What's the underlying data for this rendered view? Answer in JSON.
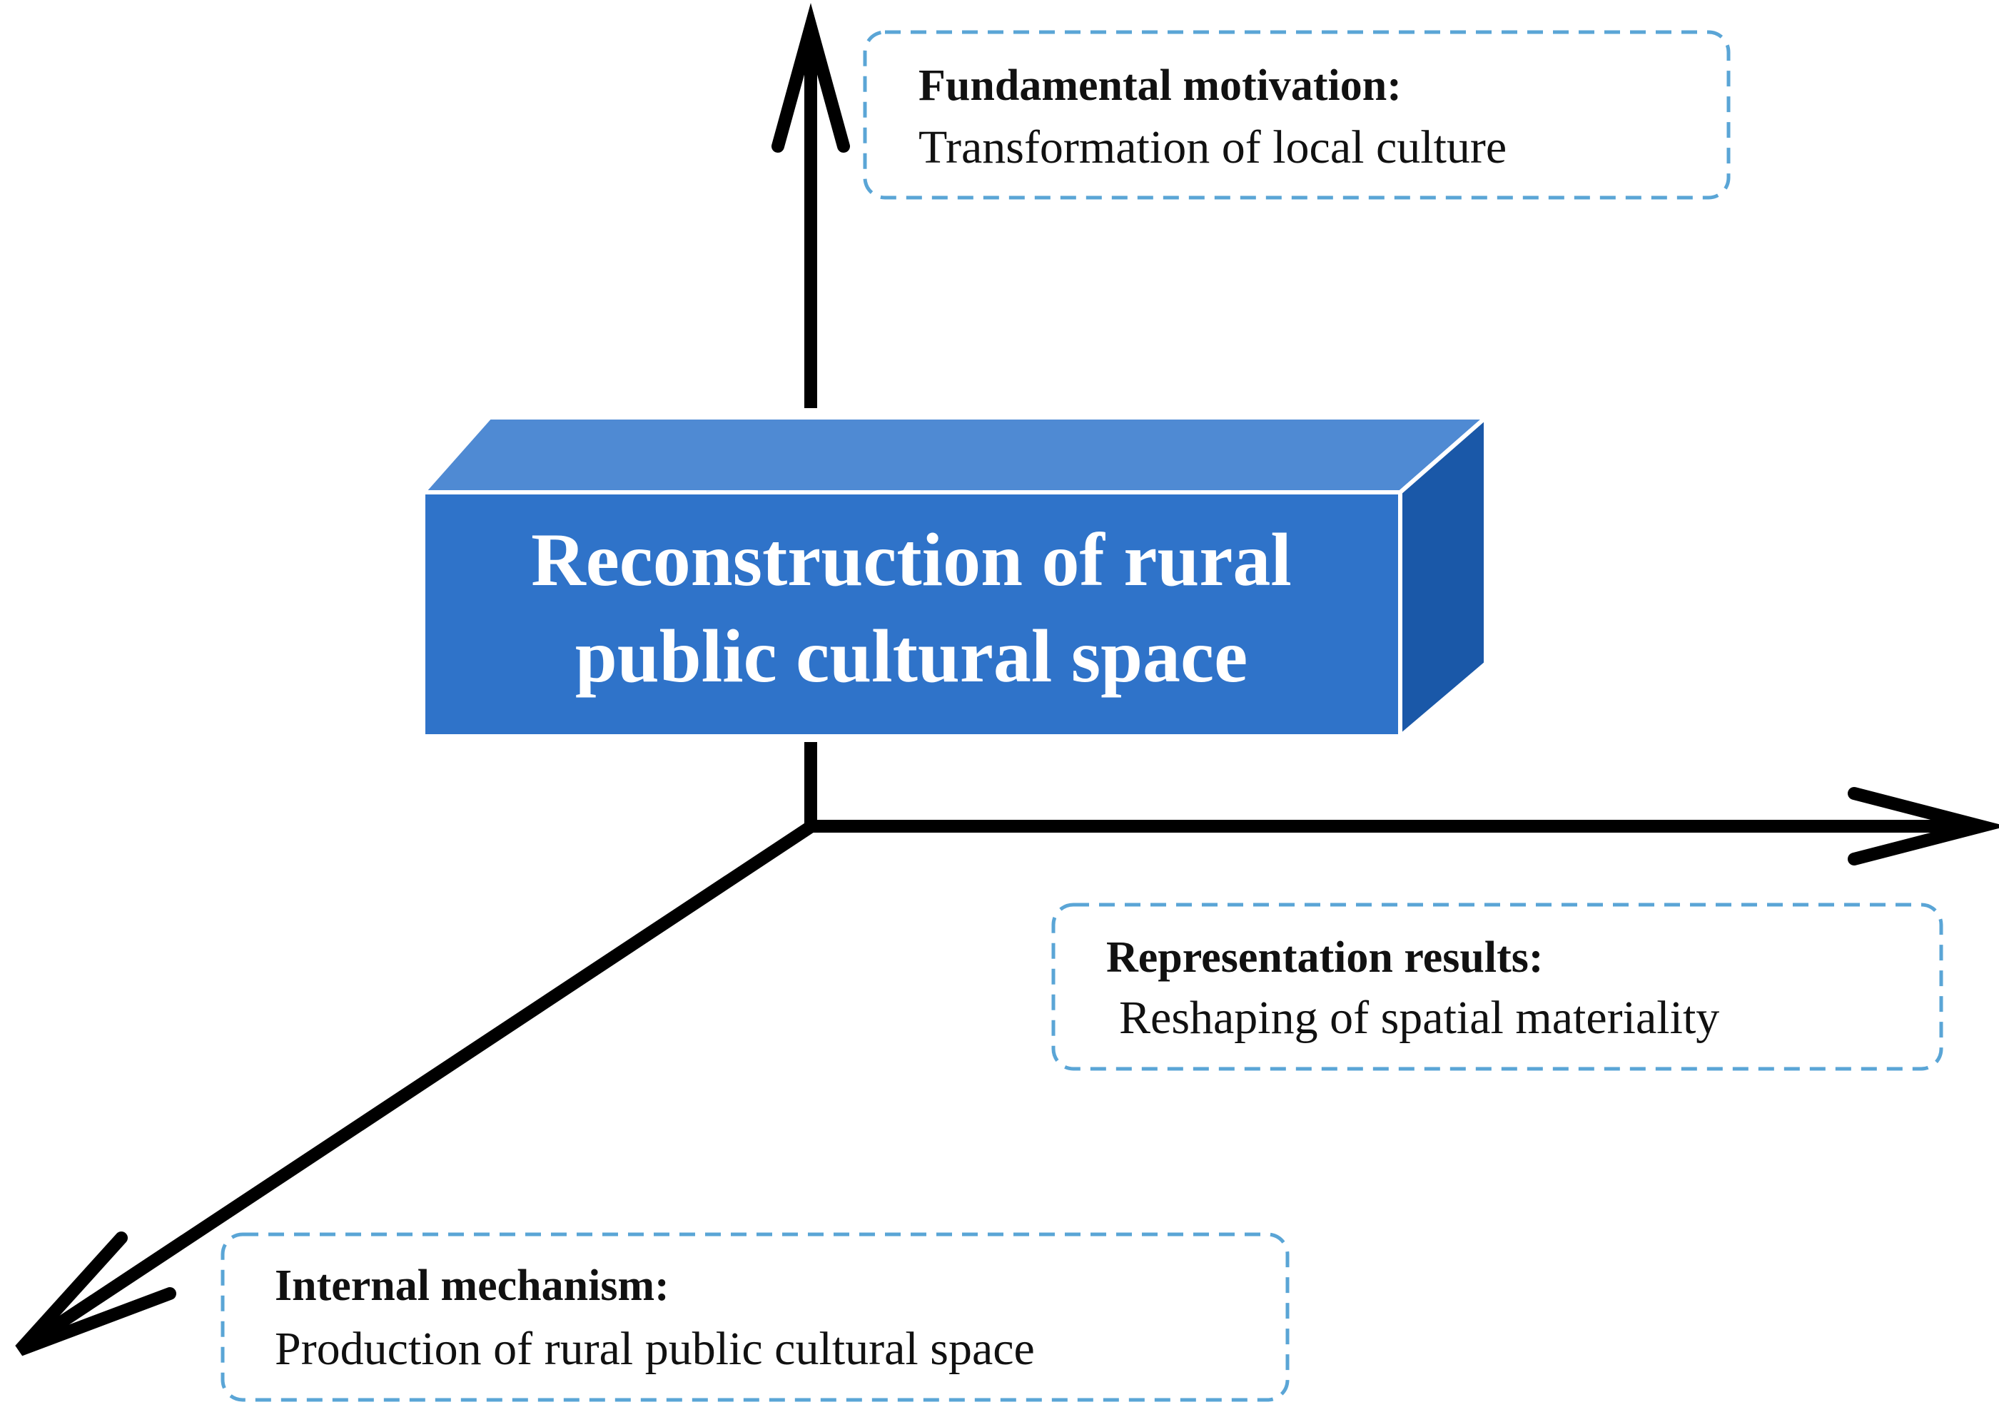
{
  "center_block": {
    "line1": "Reconstruction of rural",
    "line2": "public cultural space",
    "front_color": "#2f73c9",
    "top_color": "#4f8ad3",
    "side_color": "#1a58a8"
  },
  "boxes": {
    "motivation": {
      "title": "Fundamental motivation:",
      "body": "Transformation of local culture"
    },
    "results": {
      "title": "Representation results:",
      "body": "Reshaping of spatial materiality"
    },
    "mechanism": {
      "title": "Internal mechanism:",
      "body": "Production of rural public cultural space"
    }
  },
  "colors": {
    "axis": "#000000",
    "box_border": "#5aa5d6",
    "text": "#111111"
  }
}
